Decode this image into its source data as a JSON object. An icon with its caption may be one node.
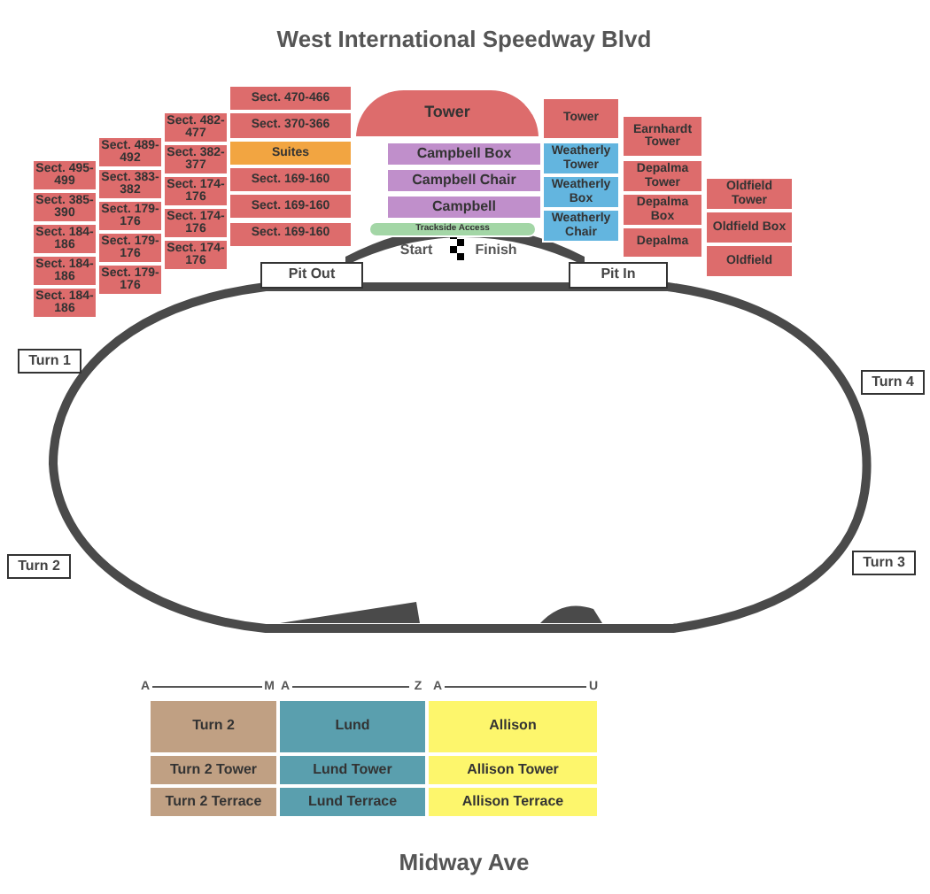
{
  "diagram": {
    "nodes": [
      {
        "text": [
          "Sect. 495-499"
        ]
      },
      {
        "text": [
          "Sect. 385-390"
        ]
      },
      {
        "text": [
          "Sect. 184-186"
        ]
      },
      {
        "text": [
          "Sect. 184-186"
        ]
      },
      {
        "text": [
          "Sect. 184-186"
        ]
      },
      {
        "text": [
          "Sect. 489-492"
        ]
      },
      {
        "text": [
          "Sect. 383-382"
        ]
      },
      {
        "text": [
          "Sect. 179-176"
        ]
      },
      {
        "text": [
          "Sect. 179-176"
        ]
      },
      {
        "text": [
          "Sect. 179-176"
        ]
      },
      {
        "text": [
          "Sect. 482-477"
        ]
      },
      {
        "text": [
          "Sect. 382-377"
        ]
      },
      {
        "text": [
          "Sect. 174-176"
        ]
      },
      {
        "text": [
          "Sect. 174-176"
        ]
      },
      {
        "text": [
          "Sect. 174-176"
        ]
      },
      {
        "text": [
          "Sect. 470-466"
        ]
      },
      {
        "text": [
          "Sect. 370-366"
        ]
      },
      {
        "text": [
          "Suites"
        ]
      },
      {
        "text": [
          "Sect. 169-160"
        ]
      },
      {
        "text": [
          "Sect. 169-160"
        ]
      },
      {
        "text": [
          "Sect. 169-160"
        ]
      },
      {
        "text": [
          "Tower"
        ]
      },
      {
        "text": [
          "Campbell Box"
        ]
      },
      {
        "text": [
          "Campbell Chair"
        ]
      },
      {
        "text": [
          "Campbell"
        ]
      },
      {
        "text": [
          "Trackside Access"
        ]
      },
      {
        "text": [
          "Tower"
        ]
      },
      {
        "text": [
          "Earnhardt Tower"
        ]
      },
      {
        "text": [
          "Weatherly Tower"
        ]
      },
      {
        "text": [
          "Weatherly Box"
        ]
      },
      {
        "text": [
          "Weatherly Chair"
        ]
      },
      {
        "text": [
          "Depalma Tower"
        ]
      },
      {
        "text": [
          "Depalma Box"
        ]
      },
      {
        "text": [
          "Depalma"
        ]
      },
      {
        "text": [
          "Oldfield Tower"
        ]
      },
      {
        "text": [
          "Oldfield Box"
        ]
      },
      {
        "text": [
          "Oldfield"
        ]
      },
      {
        "text": [
          "Pit Out"
        ]
      },
      {
        "text": [
          "Pit In"
        ]
      },
      {
        "text": [
          "Turn 1"
        ]
      },
      {
        "text": [
          "Turn 4"
        ]
      },
      {
        "text": [
          "Turn 2"
        ]
      },
      {
        "text": [
          "Turn 3"
        ]
      },
      {
        "text": [
          "Turn 2"
        ]
      },
      {
        "text": [
          "Lund"
        ]
      },
      {
        "text": [
          "Allison"
        ]
      },
      {
        "text": [
          "Turn 2 Tower"
        ]
      },
      {
        "text": [
          "Lund Tower"
        ]
      },
      {
        "text": [
          "Allison Tower"
        ]
      },
      {
        "text": [
          "Turn 2 Terrace"
        ]
      },
      {
        "text": [
          "Lund Terrace"
        ]
      },
      {
        "text": [
          "Allison Terrace"
        ]
      }
    ],
    "labels": [
      "West International Speedway Blvd",
      "Start",
      "Finish",
      "A",
      "M",
      "A",
      "Z",
      "A",
      "U",
      "Midway Ave"
    ]
  }
}
